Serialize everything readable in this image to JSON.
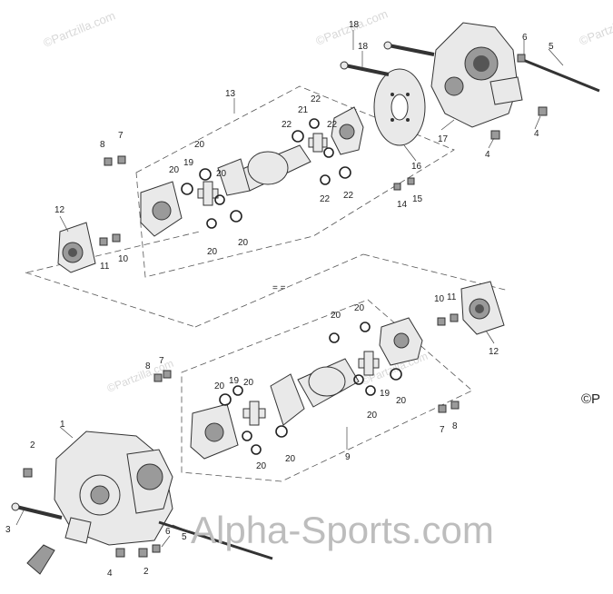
{
  "watermarks": {
    "partzilla": "©Partzilla.com",
    "site": "Alpha-Sports.com",
    "copyright_edge": "©P"
  },
  "callouts": [
    "1",
    "2",
    "3",
    "4",
    "5",
    "6",
    "7",
    "8",
    "9",
    "10",
    "11",
    "12",
    "13",
    "14",
    "15",
    "16",
    "17",
    "18",
    "19",
    "20",
    "21",
    "22"
  ]
}
